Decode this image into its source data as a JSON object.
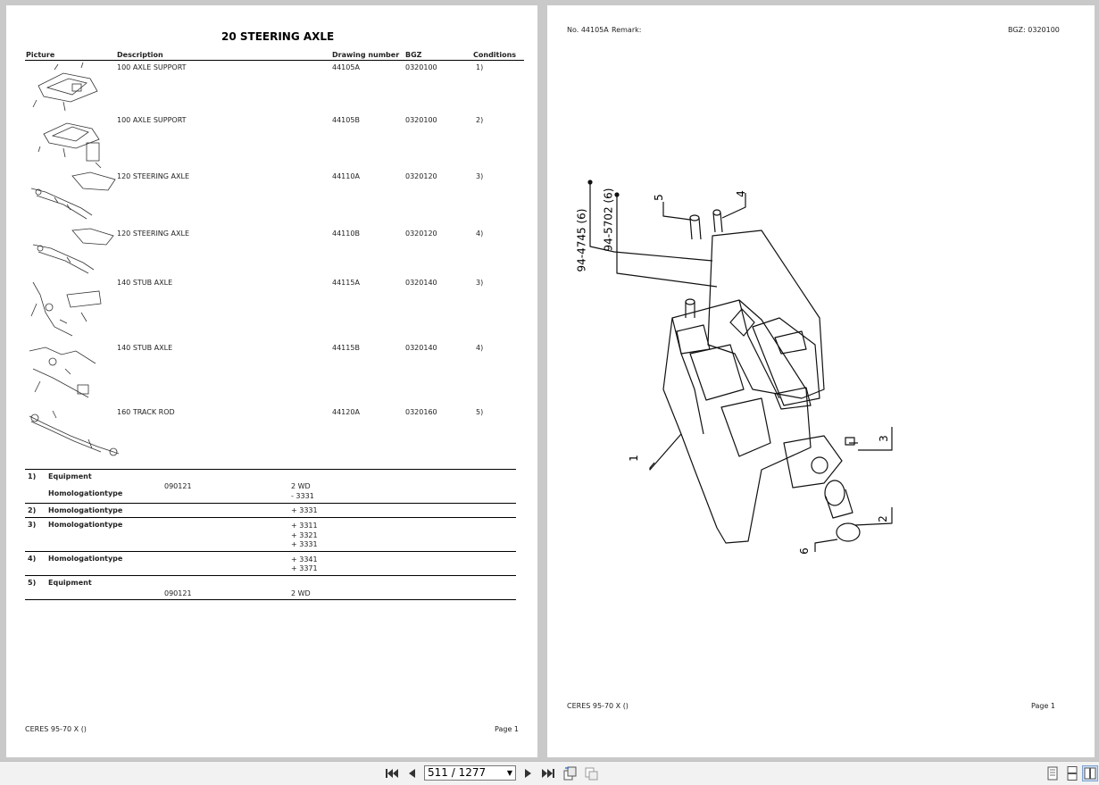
{
  "left_page": {
    "title": "20 STEERING AXLE",
    "headers": {
      "picture": "Picture",
      "description": "Description",
      "drawing": "Drawing number",
      "bgz": "BGZ",
      "conditions": "Conditions"
    },
    "rows": [
      {
        "description": "100 AXLE SUPPORT",
        "drawing": "44105A",
        "bgz": "0320100",
        "condition": "1)"
      },
      {
        "description": "100 AXLE SUPPORT",
        "drawing": "44105B",
        "bgz": "0320100",
        "condition": "2)"
      },
      {
        "description": "120 STEERING AXLE",
        "drawing": "44110A",
        "bgz": "0320120",
        "condition": "3)"
      },
      {
        "description": "120 STEERING AXLE",
        "drawing": "44110B",
        "bgz": "0320120",
        "condition": "4)"
      },
      {
        "description": "140 STUB AXLE",
        "drawing": "44115A",
        "bgz": "0320140",
        "condition": "3)"
      },
      {
        "description": "140 STUB AXLE",
        "drawing": "44115B",
        "bgz": "0320140",
        "condition": "4)"
      },
      {
        "description": "160 TRACK ROD",
        "drawing": "44120A",
        "bgz": "0320160",
        "condition": "5)"
      }
    ],
    "conditions": {
      "c1": {
        "num": "1)",
        "l1": "Equipment",
        "code": "090121",
        "v1": "2 WD",
        "l2": "Homologationtype",
        "v2": "- 3331"
      },
      "c2": {
        "num": "2)",
        "l1": "Homologationtype",
        "v1": "+ 3331"
      },
      "c3": {
        "num": "3)",
        "l1": "Homologationtype",
        "v1": "+ 3311",
        "v2": "+ 3321",
        "v3": "+ 3331"
      },
      "c4": {
        "num": "4)",
        "l1": "Homologationtype",
        "v1": "+ 3341",
        "v2": "+ 3371"
      },
      "c5": {
        "num": "5)",
        "l1": "Equipment",
        "code": "090121",
        "v1": "2 WD"
      }
    },
    "footer_left": "CERES 95-70 X ()",
    "footer_right": "Page 1"
  },
  "right_page": {
    "header_no": "No. 44105A",
    "header_remark": "Remark:",
    "header_bgz": "BGZ: 0320100",
    "callouts": [
      "1",
      "2",
      "3",
      "4",
      "5",
      "6",
      "94-4745 (6)",
      "94-5702 (6)"
    ],
    "footer_left": "CERES 95-70 X ()",
    "footer_right": "Page 1"
  },
  "toolbar": {
    "page_indicator": "511 / 1277",
    "icons": [
      "first-page-icon",
      "prev-page-icon",
      "next-page-icon",
      "last-page-icon",
      "rotate-icon",
      "extract-icon",
      "single-page-view-icon",
      "continuous-view-icon",
      "two-page-view-icon"
    ]
  }
}
